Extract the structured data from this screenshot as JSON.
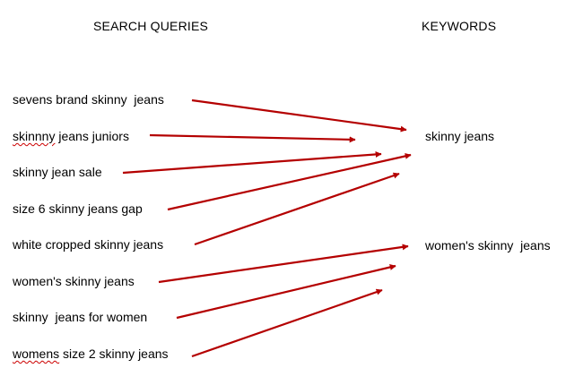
{
  "headings": {
    "queries": "SEARCH QUERIES",
    "keywords": "KEYWORDS"
  },
  "queries": [
    {
      "pre": "",
      "spell": "",
      "post": "sevens brand skinny  jeans"
    },
    {
      "pre": "",
      "spell": "skinnny",
      "post": " jeans juniors"
    },
    {
      "pre": "",
      "spell": "",
      "post": "skinny jean sale"
    },
    {
      "pre": "",
      "spell": "",
      "post": "size 6 skinny jeans gap"
    },
    {
      "pre": "",
      "spell": "",
      "post": "white cropped skinny jeans"
    },
    {
      "pre": "",
      "spell": "",
      "post": "women's skinny jeans"
    },
    {
      "pre": "",
      "spell": "",
      "post": "skinny  jeans for women"
    },
    {
      "pre": "",
      "spell": "womens",
      "post": " size 2 skinny jeans"
    }
  ],
  "keywords": [
    "skinny jeans",
    "women's skinny  jeans"
  ],
  "arrow_color": "#b40000",
  "mapping": [
    {
      "query": 0,
      "keyword": 0
    },
    {
      "query": 1,
      "keyword": 0
    },
    {
      "query": 2,
      "keyword": 0
    },
    {
      "query": 3,
      "keyword": 0
    },
    {
      "query": 4,
      "keyword": 0
    },
    {
      "query": 5,
      "keyword": 1
    },
    {
      "query": 6,
      "keyword": 1
    },
    {
      "query": 7,
      "keyword": 1
    }
  ]
}
